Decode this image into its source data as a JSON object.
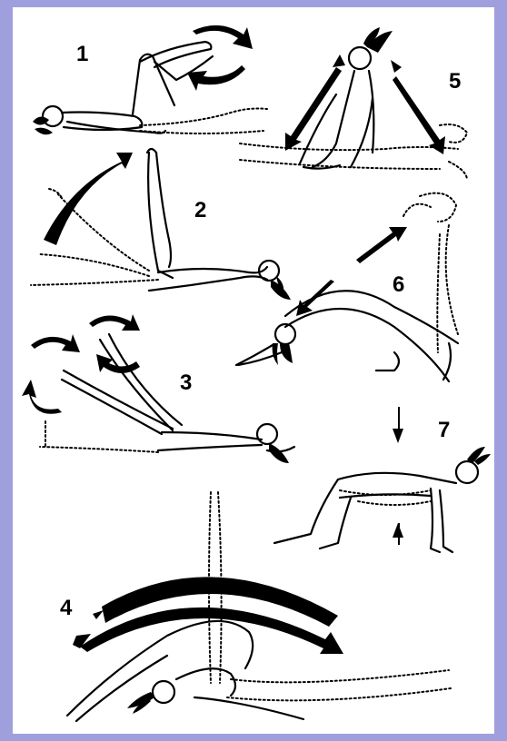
{
  "background_color": "#9f9fdd",
  "panel_color": "#ffffff",
  "ink_color": "#000000",
  "exercises": [
    {
      "number": "1",
      "icon": "leg-cycling-figure"
    },
    {
      "number": "2",
      "icon": "leg-raise-figure"
    },
    {
      "number": "3",
      "icon": "leg-circles-figure"
    },
    {
      "number": "4",
      "icon": "plough-stretch-figure"
    },
    {
      "number": "5",
      "icon": "roll-up-figure"
    },
    {
      "number": "6",
      "icon": "back-arch-figure"
    },
    {
      "number": "7",
      "icon": "cat-stretch-figure"
    }
  ]
}
